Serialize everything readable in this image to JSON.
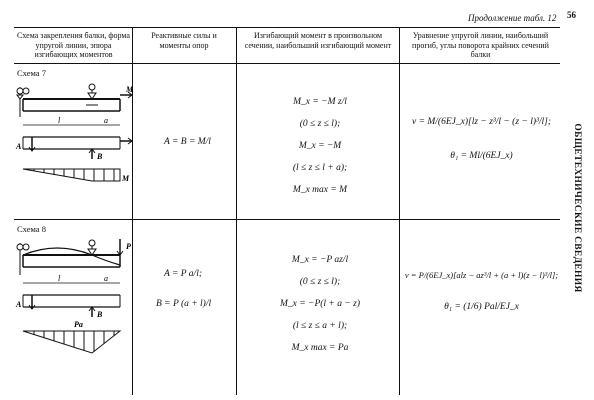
{
  "header": {
    "continuation": "Продолжение табл. 12",
    "page_number": "56",
    "side_title": "ОБЩЕТЕХНИЧЕСКИЕ СВЕДЕНИЯ"
  },
  "columns": [
    "Схема закрепления балки, форма упругой линии, эпюра изгибающих моментов",
    "Реактивные силы и моменты опор",
    "Изгибающий момент в произвольном сечении, наибольший изгибающий момент",
    "Уравнение упругой линии, наибольший прогиб, углы поворота крайних сечений балки"
  ],
  "rows": [
    {
      "scheme": "Схема 7",
      "diagram_labels": {
        "load": "M",
        "span": "l",
        "overhang": "a",
        "left_reaction": "A",
        "right_reaction": "B",
        "moment_end": "M"
      },
      "reactions": [
        "A = B = M/l"
      ],
      "moments": [
        "M_x = −M z/l",
        "(0 ≤ z ≤ l);",
        "M_x = −M",
        "(l ≤ z ≤ l + a);",
        "M_x max = M"
      ],
      "deflection": [
        "v = M/(6EJ_x)[lz − z³/l − (z − l)³/l];",
        "θ₁ = Ml/(6EJ_x)"
      ]
    },
    {
      "scheme": "Схема 8",
      "diagram_labels": {
        "load": "P",
        "span": "l",
        "overhang": "a",
        "left_reaction": "A",
        "right_reaction": "B",
        "moment_value": "Pa"
      },
      "reactions": [
        "A = P a/l;",
        "B = P (a + l)/l"
      ],
      "moments": [
        "M_x = −P az/l",
        "(0 ≤ z ≤ l);",
        "M_x = −P(l + a − z)",
        "(l ≤ z ≤ a + l);",
        "M_x max = Pa"
      ],
      "deflection": [
        "v = P/(6EJ_x)[alz − az³/l + (a + l)(z − l)³/l];",
        "θ₁ = (1/6) Pal/EJ_x"
      ]
    }
  ]
}
